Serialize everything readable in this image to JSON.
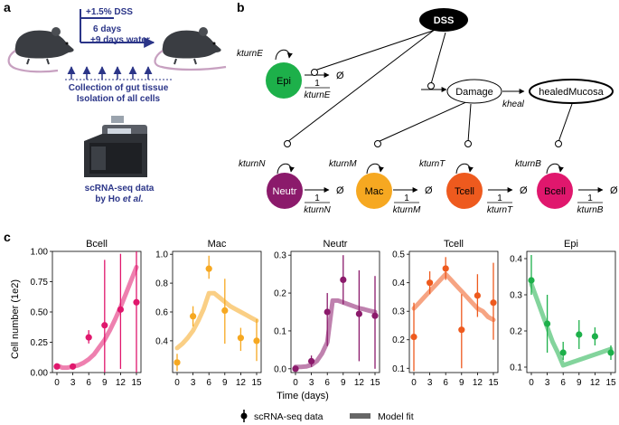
{
  "panel_labels": {
    "a": "a",
    "b": "b",
    "c": "c"
  },
  "panel_a": {
    "treatment": "+1.5% DSS",
    "duration_1": "6 days",
    "duration_2": "+9 days water",
    "collection_1": "Collection of gut tissue",
    "collection_2": "Isolation of all cells",
    "source_1": "scRNA-seq data",
    "source_2_prefix": "by Ho ",
    "source_2_emph": "et al.",
    "colors": {
      "accent": "#2b3588",
      "mouse": "#3a3d42",
      "tail": "#c7a0c0"
    }
  },
  "panel_b": {
    "nodes": {
      "dss": "DSS",
      "damage": "Damage",
      "healed": "healedMucosa",
      "epi": "Epi",
      "neutr": "Neutr",
      "mac": "Mac",
      "tcell": "Tcell",
      "bcell": "Bcell"
    },
    "rates": {
      "kturnE": "kturnE",
      "kturnN": "kturnN",
      "kturnM": "kturnM",
      "kturnT": "kturnT",
      "kturnB": "kturnB",
      "kheal": "kheal",
      "one": "1",
      "empty": "Ø"
    },
    "colors": {
      "epi": "#1db04a",
      "neutr": "#8b1a6b",
      "mac": "#f6a821",
      "tcell": "#ee5a1e",
      "bcell": "#e0176d",
      "dss": "#000000"
    }
  },
  "panel_c": {
    "ylabel": "Cell number (1e2)",
    "xlabel": "Time (days)",
    "legend": {
      "data": "scRNA-seq data",
      "fit": "Model fit"
    },
    "chart_data": [
      {
        "type": "scatter",
        "title": "Bcell",
        "color": "#e0176d",
        "ylim": [
          0,
          1.0
        ],
        "yticks": [
          "0.00",
          "0.25",
          "0.50",
          "0.75",
          "1.00"
        ],
        "xticks": [
          "0",
          "3",
          "6",
          "9",
          "12",
          "15"
        ],
        "points": [
          {
            "x": 0,
            "y": 0.05,
            "lo": 0.04,
            "hi": 0.07
          },
          {
            "x": 3,
            "y": 0.05,
            "lo": 0.04,
            "hi": 0.06
          },
          {
            "x": 6,
            "y": 0.29,
            "lo": 0.24,
            "hi": 0.35
          },
          {
            "x": 9,
            "y": 0.39,
            "lo": 0.0,
            "hi": 0.93
          },
          {
            "x": 12,
            "y": 0.52,
            "lo": 0.03,
            "hi": 0.98
          },
          {
            "x": 15,
            "y": 0.58,
            "lo": 0.0,
            "hi": 1.04
          }
        ],
        "fit": {
          "x": [
            0,
            1,
            2,
            3,
            4,
            5,
            6,
            7,
            8,
            9,
            10,
            11,
            12,
            13,
            14,
            15
          ],
          "y": [
            0.06,
            0.04,
            0.04,
            0.05,
            0.06,
            0.08,
            0.11,
            0.15,
            0.21,
            0.27,
            0.35,
            0.44,
            0.54,
            0.65,
            0.76,
            0.87
          ]
        }
      },
      {
        "type": "scatter",
        "title": "Mac",
        "color": "#f6a821",
        "ylim": [
          0.18,
          1.02
        ],
        "yticks": [
          "0.4",
          "0.6",
          "0.8",
          "1.0"
        ],
        "xticks": [
          "0",
          "3",
          "6",
          "9",
          "12",
          "15"
        ],
        "points": [
          {
            "x": 0,
            "y": 0.25,
            "lo": 0.19,
            "hi": 0.31
          },
          {
            "x": 3,
            "y": 0.57,
            "lo": 0.5,
            "hi": 0.64
          },
          {
            "x": 6,
            "y": 0.9,
            "lo": 0.83,
            "hi": 0.99
          },
          {
            "x": 9,
            "y": 0.61,
            "lo": 0.38,
            "hi": 0.83
          },
          {
            "x": 12,
            "y": 0.42,
            "lo": 0.33,
            "hi": 0.49
          },
          {
            "x": 15,
            "y": 0.4,
            "lo": 0.26,
            "hi": 0.55
          }
        ],
        "fit": {
          "x": [
            0,
            1,
            2,
            3,
            4,
            5,
            6,
            7,
            8,
            9,
            10,
            11,
            12,
            13,
            14,
            15
          ],
          "y": [
            0.35,
            0.38,
            0.42,
            0.47,
            0.54,
            0.62,
            0.73,
            0.73,
            0.7,
            0.67,
            0.64,
            0.62,
            0.6,
            0.58,
            0.56,
            0.54
          ]
        }
      },
      {
        "type": "scatter",
        "title": "Neutr",
        "color": "#8b1a6b",
        "ylim": [
          -0.01,
          0.31
        ],
        "yticks": [
          "0.0",
          "0.1",
          "0.2",
          "0.3"
        ],
        "xticks": [
          "0",
          "3",
          "6",
          "9",
          "12",
          "15"
        ],
        "points": [
          {
            "x": 0,
            "y": 0.0,
            "lo": -0.005,
            "hi": 0.005
          },
          {
            "x": 3,
            "y": 0.02,
            "lo": 0.005,
            "hi": 0.035
          },
          {
            "x": 6,
            "y": 0.15,
            "lo": 0.06,
            "hi": 0.2
          },
          {
            "x": 9,
            "y": 0.235,
            "lo": 0.17,
            "hi": 0.3
          },
          {
            "x": 12,
            "y": 0.145,
            "lo": 0.02,
            "hi": 0.26
          },
          {
            "x": 15,
            "y": 0.14,
            "lo": 0.0,
            "hi": 0.245
          }
        ],
        "fit": {
          "x": [
            0,
            1,
            2,
            3,
            4,
            5,
            6,
            7,
            8,
            9,
            10,
            11,
            12,
            13,
            14,
            15
          ],
          "y": [
            0.005,
            0.005,
            0.006,
            0.01,
            0.02,
            0.04,
            0.07,
            0.18,
            0.18,
            0.175,
            0.17,
            0.165,
            0.16,
            0.157,
            0.153,
            0.15
          ]
        }
      },
      {
        "type": "scatter",
        "title": "Tcell",
        "color": "#ee5a1e",
        "ylim": [
          0.085,
          0.51
        ],
        "yticks": [
          "0.1",
          "0.2",
          "0.3",
          "0.4",
          "0.5"
        ],
        "xticks": [
          "0",
          "3",
          "6",
          "9",
          "12",
          "15"
        ],
        "points": [
          {
            "x": 0,
            "y": 0.21,
            "lo": 0.09,
            "hi": 0.33
          },
          {
            "x": 3,
            "y": 0.4,
            "lo": 0.36,
            "hi": 0.44
          },
          {
            "x": 6,
            "y": 0.45,
            "lo": 0.41,
            "hi": 0.49
          },
          {
            "x": 9,
            "y": 0.235,
            "lo": 0.1,
            "hi": 0.36
          },
          {
            "x": 12,
            "y": 0.355,
            "lo": 0.28,
            "hi": 0.43
          },
          {
            "x": 15,
            "y": 0.33,
            "lo": 0.2,
            "hi": 0.47
          }
        ],
        "fit": {
          "x": [
            0,
            1,
            2,
            3,
            4,
            5,
            6,
            7,
            8,
            9,
            10,
            11,
            12,
            13,
            14,
            15
          ],
          "y": [
            0.31,
            0.33,
            0.35,
            0.37,
            0.39,
            0.41,
            0.43,
            0.41,
            0.39,
            0.37,
            0.35,
            0.33,
            0.31,
            0.3,
            0.28,
            0.27
          ]
        }
      },
      {
        "type": "scatter",
        "title": "Epi",
        "color": "#1db04a",
        "ylim": [
          0.085,
          0.42
        ],
        "yticks": [
          "0.1",
          "0.2",
          "0.3",
          "0.4"
        ],
        "xticks": [
          "0",
          "3",
          "6",
          "9",
          "12",
          "15"
        ],
        "points": [
          {
            "x": 0,
            "y": 0.34,
            "lo": 0.3,
            "hi": 0.41
          },
          {
            "x": 3,
            "y": 0.22,
            "lo": 0.14,
            "hi": 0.3
          },
          {
            "x": 6,
            "y": 0.14,
            "lo": 0.12,
            "hi": 0.17
          },
          {
            "x": 9,
            "y": 0.19,
            "lo": 0.15,
            "hi": 0.23
          },
          {
            "x": 12,
            "y": 0.185,
            "lo": 0.16,
            "hi": 0.21
          },
          {
            "x": 15,
            "y": 0.14,
            "lo": 0.12,
            "hi": 0.16
          }
        ],
        "fit": {
          "x": [
            0,
            1,
            2,
            3,
            4,
            5,
            6,
            7,
            8,
            9,
            10,
            11,
            12,
            13,
            14,
            15
          ],
          "y": [
            0.33,
            0.29,
            0.25,
            0.21,
            0.17,
            0.14,
            0.105,
            0.11,
            0.115,
            0.12,
            0.125,
            0.13,
            0.135,
            0.14,
            0.145,
            0.15
          ]
        }
      }
    ]
  }
}
